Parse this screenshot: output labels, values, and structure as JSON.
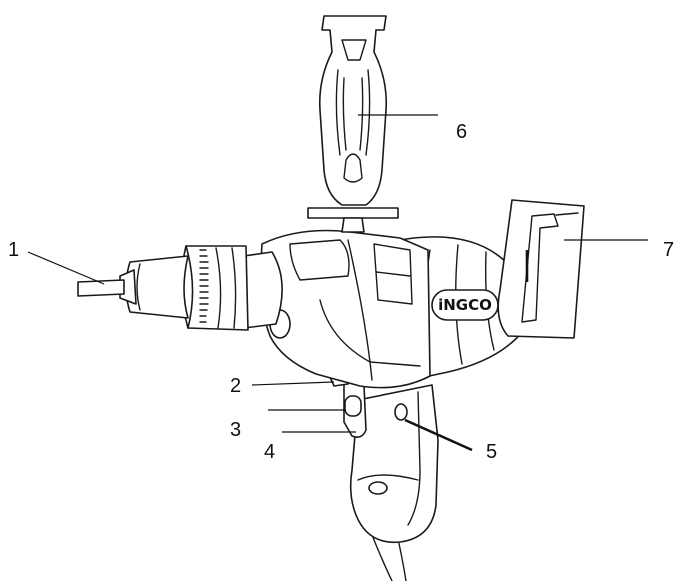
{
  "brand_logo": "iNGCO",
  "callouts": [
    {
      "number": "1",
      "part": "chuck"
    },
    {
      "number": "2",
      "part": "lock-button"
    },
    {
      "number": "3",
      "part": "trigger-switch"
    },
    {
      "number": "4",
      "part": "trigger-lower"
    },
    {
      "number": "5",
      "part": "speed-knob"
    },
    {
      "number": "6",
      "part": "auxiliary-handle"
    },
    {
      "number": "7",
      "part": "forward-reverse-switch"
    }
  ]
}
